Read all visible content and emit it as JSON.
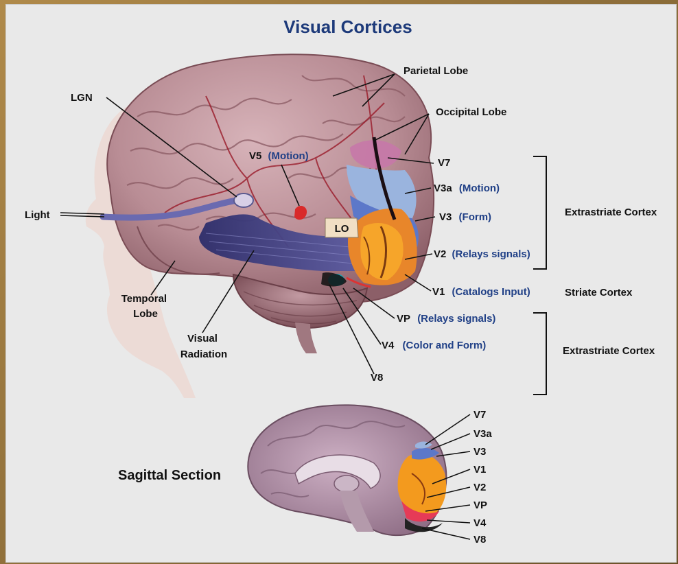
{
  "title": "Visual Cortices",
  "labels": {
    "lgn": "LGN",
    "light": "Light",
    "parietal": "Parietal Lobe",
    "occipital": "Occipital Lobe",
    "v5": "V5",
    "v5_desc": "(Motion)",
    "lo": "LO",
    "temporal_line1": "Temporal",
    "temporal_line2": "Lobe",
    "visual_line1": "Visual",
    "visual_line2": "Radiation",
    "v8": "V8"
  },
  "areas": [
    {
      "id": "v7",
      "name": "V7",
      "desc": ""
    },
    {
      "id": "v3a",
      "name": "V3a",
      "desc": "(Motion)"
    },
    {
      "id": "v3",
      "name": "V3",
      "desc": "(Form)"
    },
    {
      "id": "v2",
      "name": "V2",
      "desc": "(Relays signals)"
    },
    {
      "id": "v1",
      "name": "V1",
      "desc": "(Catalogs Input)"
    },
    {
      "id": "vp",
      "name": "VP",
      "desc": "(Relays signals)"
    },
    {
      "id": "v4",
      "name": "V4",
      "desc": "(Color and Form)"
    }
  ],
  "groups": {
    "extrastriate_top": "Extrastriate Cortex",
    "striate": "Striate Cortex",
    "extrastriate_bottom": "Extrastriate Cortex"
  },
  "sagittal": {
    "title": "Sagittal Section",
    "labels": [
      "V7",
      "V3a",
      "V3",
      "V1",
      "V2",
      "VP",
      "V4",
      "V8"
    ]
  },
  "colors": {
    "title": "#1d3a7a",
    "brain": "#b98d95",
    "v1": "#f39a1e",
    "v2": "#e8862a",
    "v3": "#5c78c9",
    "v3a": "#9ab4de",
    "v7": "#c678a8",
    "v5": "#d92a2a",
    "radiation": "#3f3f7d"
  }
}
